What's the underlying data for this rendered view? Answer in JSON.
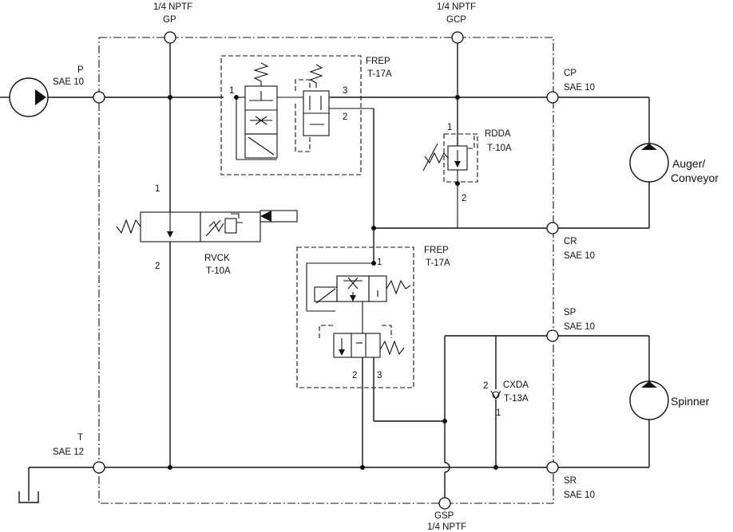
{
  "ports": {
    "p": {
      "name": "P",
      "size": "SAE 10"
    },
    "t": {
      "name": "T",
      "size": "SAE 12"
    },
    "gp": {
      "size": "1/4 NPTF",
      "name": "GP"
    },
    "gcp": {
      "size": "1/4 NPTF",
      "name": "GCP"
    },
    "gsp": {
      "name": "GSP",
      "size": "1/4 NPTF"
    },
    "cp": {
      "name": "CP",
      "size": "SAE 10"
    },
    "cr": {
      "name": "CR",
      "size": "SAE 10"
    },
    "sp": {
      "name": "SP",
      "size": "SAE 10"
    },
    "sr": {
      "name": "SR",
      "size": "SAE 10"
    }
  },
  "valves": {
    "frep_top": {
      "name": "FREP",
      "type": "T-17A",
      "port1": "1",
      "port2": "2",
      "port3": "3"
    },
    "rdda": {
      "name": "RDDA",
      "type": "T-10A",
      "port1": "1",
      "port2": "2"
    },
    "rvck": {
      "name": "RVCK",
      "type": "T-10A",
      "port1": "1",
      "port2": "2"
    },
    "frep_mid": {
      "name": "FREP",
      "type": "T-17A",
      "port1": "1",
      "port2": "2",
      "port3": "3"
    },
    "cxda": {
      "name": "CXDA",
      "type": "T-13A",
      "port1": "1",
      "port2": "2"
    }
  },
  "motors": {
    "auger": {
      "line1": "Auger/",
      "line2": "Conveyor"
    },
    "spinner": {
      "label": "Spinner"
    }
  }
}
